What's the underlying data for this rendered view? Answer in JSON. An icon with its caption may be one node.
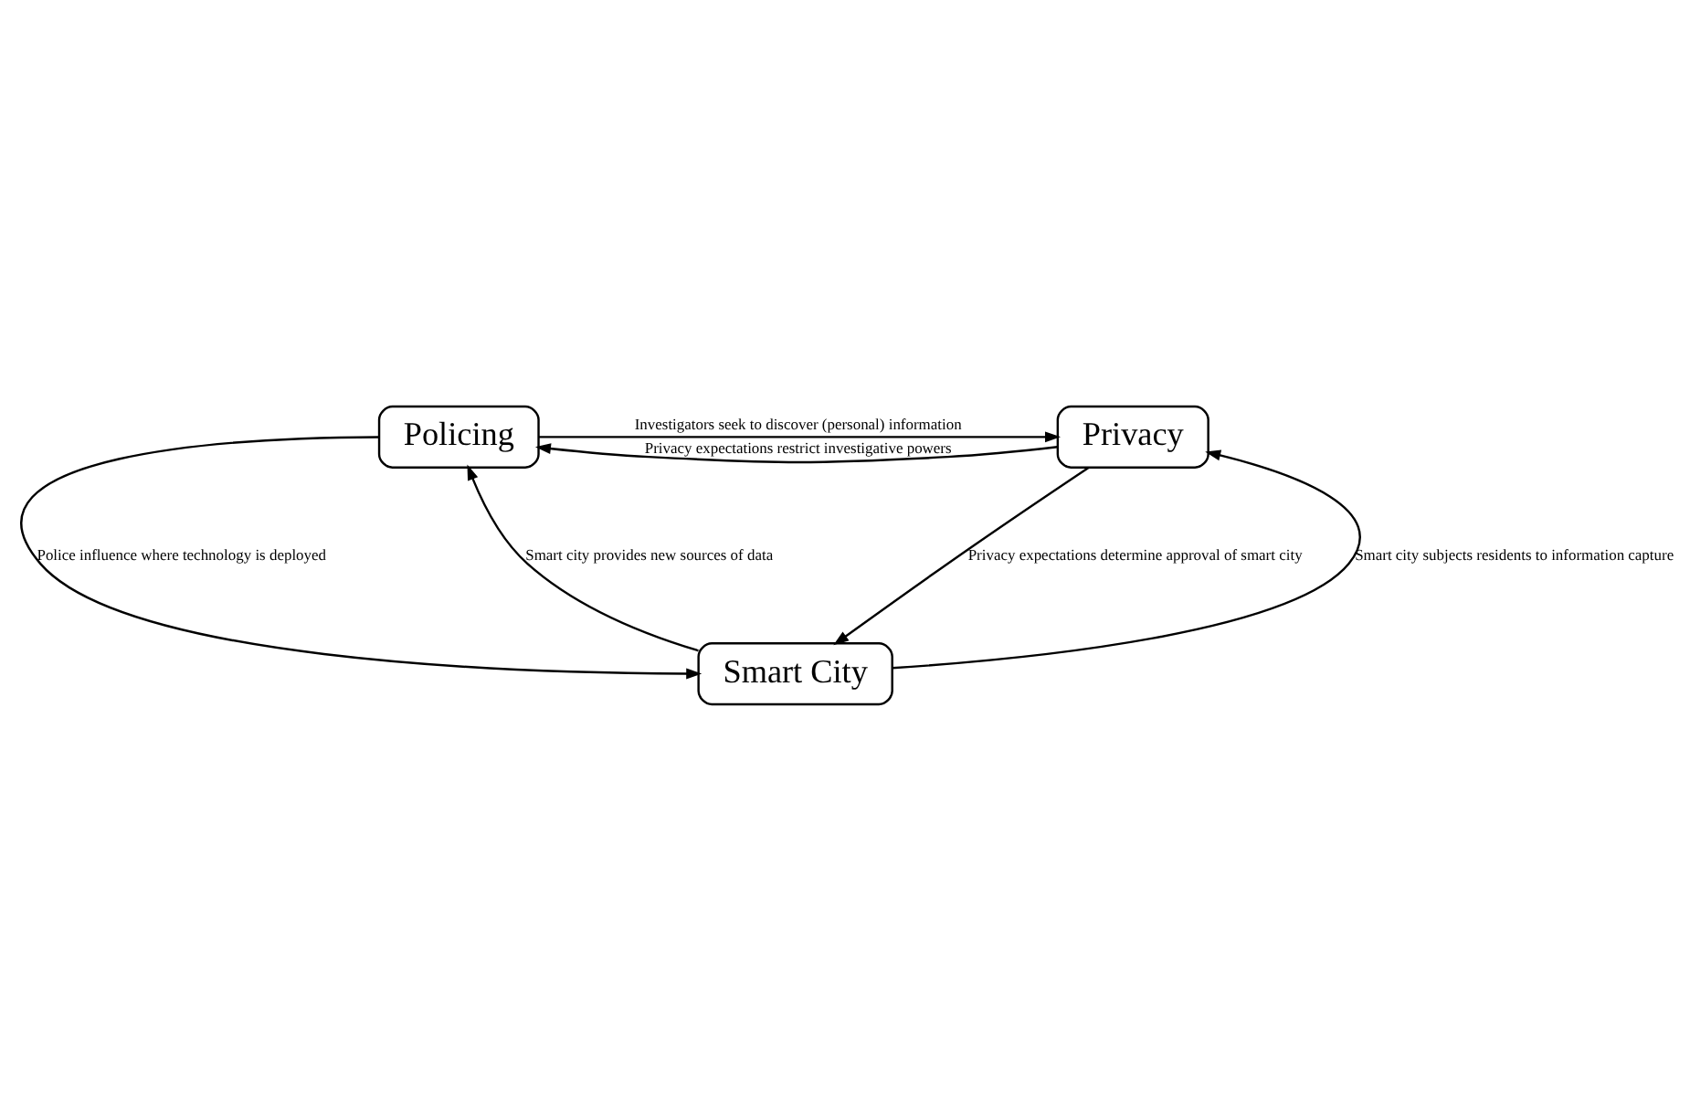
{
  "diagram": {
    "nodes": [
      {
        "text": [
          "Policing"
        ]
      },
      {
        "text": [
          "Privacy"
        ]
      },
      {
        "text": [
          "Smart City"
        ]
      }
    ],
    "edges": [
      {
        "from": 0,
        "to": 1,
        "arrow": "to",
        "label": "Investigators seek to discover (personal) information"
      },
      {
        "from": 1,
        "to": 0,
        "arrow": "to",
        "label": "Privacy expectations restrict investigative powers"
      },
      {
        "from": 0,
        "to": 2,
        "arrow": "to",
        "label": "Police influence where technology is deployed"
      },
      {
        "from": 2,
        "to": 0,
        "arrow": "to",
        "label": "Smart city provides new sources of data"
      },
      {
        "from": 2,
        "to": 1,
        "arrow": "to",
        "label": "Smart city subjects residents to information capture"
      },
      {
        "from": 1,
        "to": 2,
        "arrow": "to",
        "label": "Privacy expectations determine approval of smart city"
      }
    ]
  }
}
